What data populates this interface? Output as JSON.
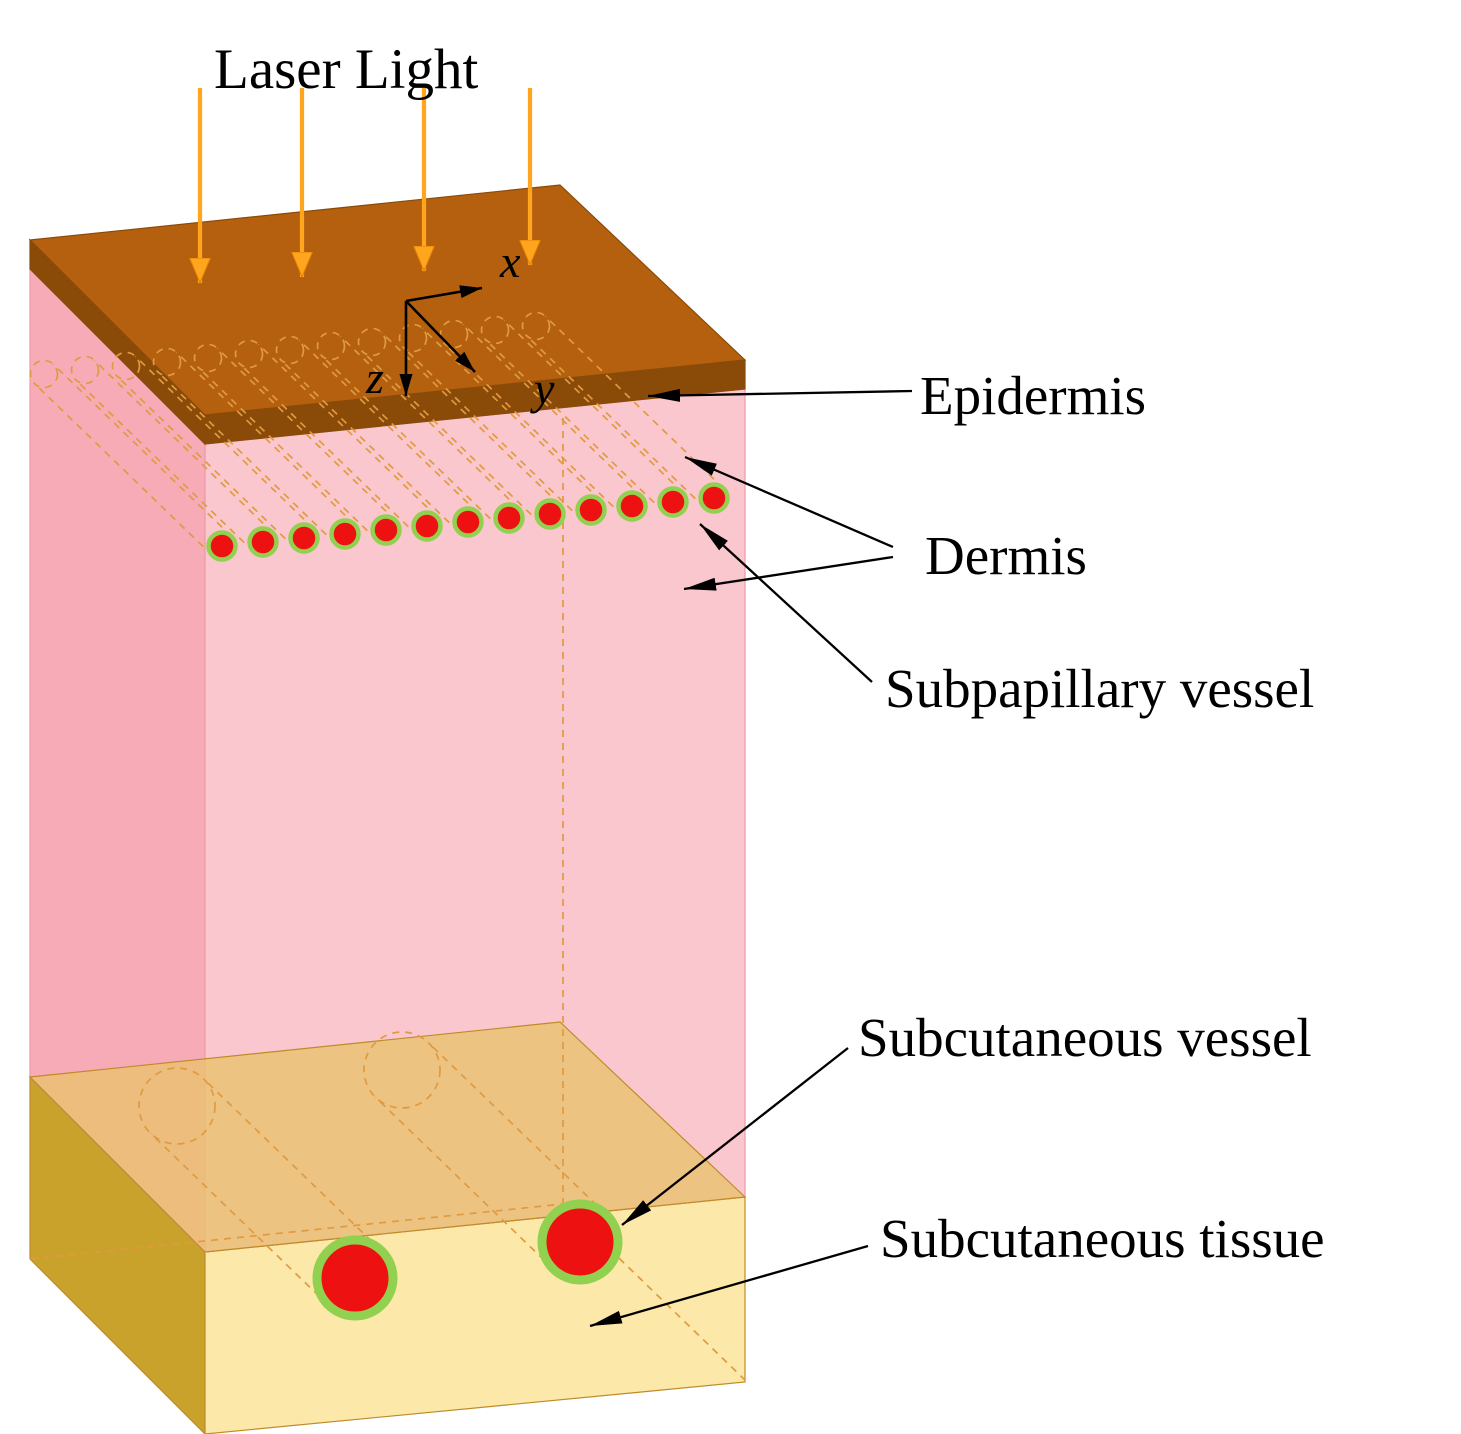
{
  "title": "Laser Light",
  "axes": {
    "x": "x",
    "y": "y",
    "z": "z"
  },
  "labels": {
    "epidermis": "Epidermis",
    "dermis": "Dermis",
    "subpapillary_vessel": "Subpapillary vessel",
    "subcutaneous_vessel": "Subcutaneous vessel",
    "subcutaneous_tissue": "Subcutaneous tissue"
  },
  "counts": {
    "laser_arrows": 4,
    "subpapillary_vessels": 13,
    "subcutaneous_vessels": 2
  },
  "colors": {
    "epidermis_top": "#b4600e",
    "epidermis_side": "#8a4a08",
    "dermis_front": "#fbc2cb",
    "dermis_left": "#f7abb7",
    "dermis_edge": "#eb9aa8",
    "subcutaneous_top": "#eac26e",
    "subcutaneous_front": "#fce8a9",
    "subcutaneous_left": "#c9a22b",
    "subcutaneous_edge": "#c08a28",
    "vessel_fill": "#ee1111",
    "vessel_ring": "#92d050",
    "dashed": "#e09a40",
    "laser_arrow": "#ffa51e",
    "laser_arrow_edge": "#e07d00",
    "annotation": "#000000"
  }
}
